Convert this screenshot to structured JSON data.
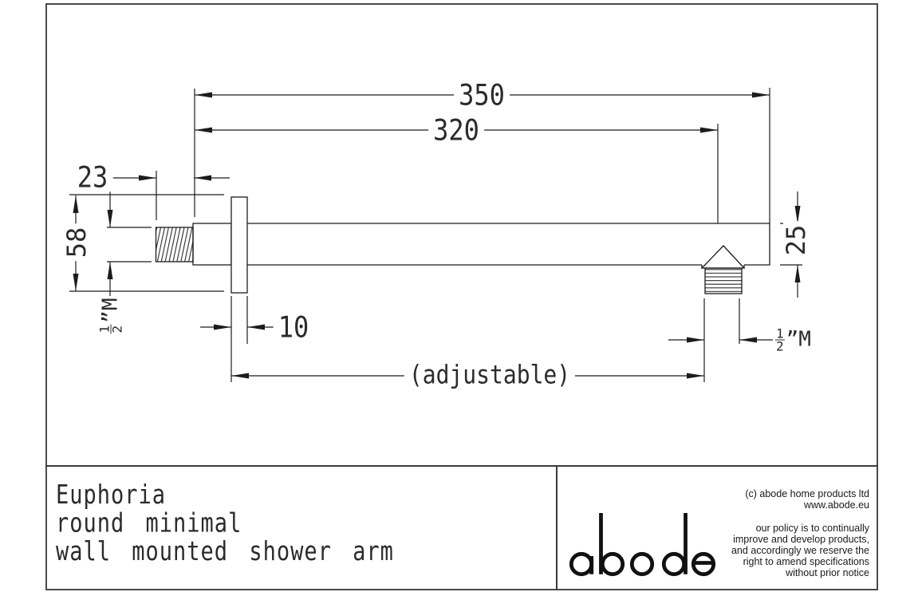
{
  "drawing": {
    "dim_overall_length": "350",
    "dim_length_to_outlet": "320",
    "dim_inlet_thread_length": "23",
    "dim_flange_height": "58",
    "dim_flange_depth": "10",
    "dim_tube_diameter": "25",
    "dim_adjustable": "(adjustable)",
    "thread_size": {
      "num": "1",
      "den": "2",
      "suffix": "”M"
    }
  },
  "title_block": {
    "product": [
      "Euphoria",
      "round minimal",
      "wall mounted shower arm"
    ],
    "logo": "abode",
    "copyright": [
      "(c) abode home products ltd",
      "www.abode.eu"
    ],
    "policy": [
      "our policy is to continually",
      "improve and develop products,",
      "and accordingly we reserve the",
      "right to amend specifications",
      "without prior notice"
    ]
  }
}
